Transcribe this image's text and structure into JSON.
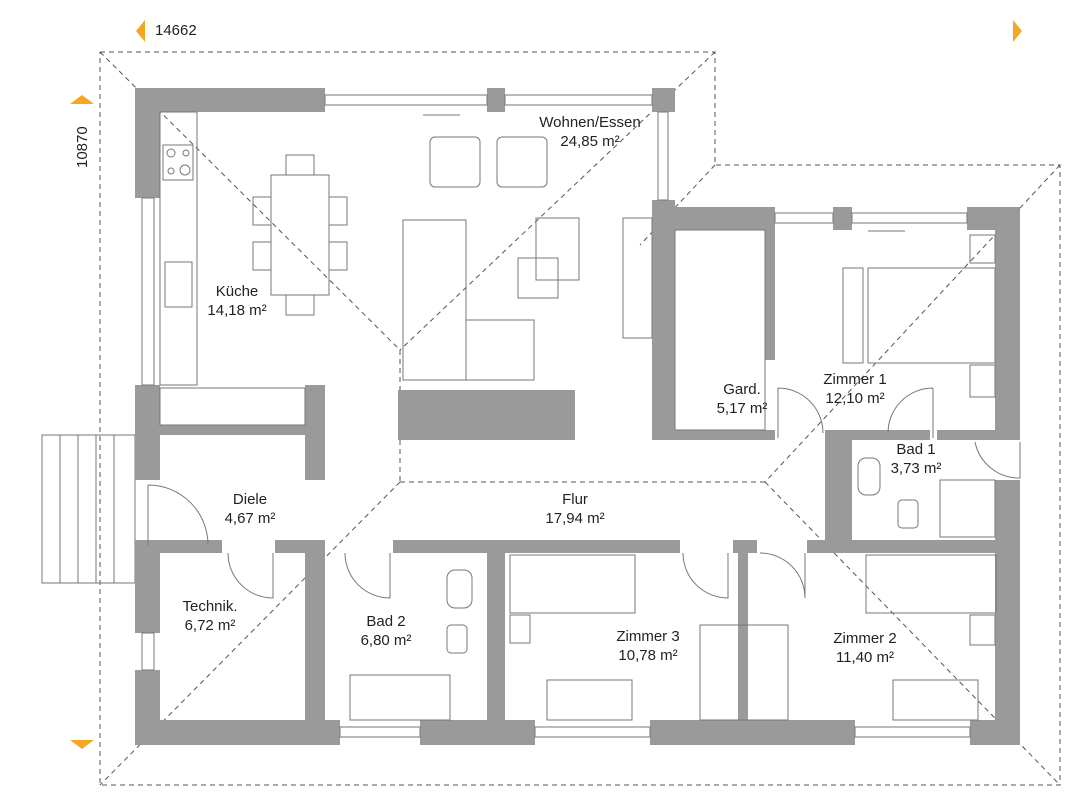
{
  "dimensions": {
    "width_mm": "14662",
    "height_mm": "10870"
  },
  "colors": {
    "accent": "#f5a623",
    "wall": "#9a9a9a"
  },
  "rooms": [
    {
      "name": "Wohnen/Essen",
      "area": "24,85 m²"
    },
    {
      "name": "Küche",
      "area": "14,18 m²"
    },
    {
      "name": "Gard.",
      "area": "5,17 m²"
    },
    {
      "name": "Zimmer 1",
      "area": "12,10 m²"
    },
    {
      "name": "Bad 1",
      "area": "3,73 m²"
    },
    {
      "name": "Diele",
      "area": "4,67 m²"
    },
    {
      "name": "Flur",
      "area": "17,94 m²"
    },
    {
      "name": "Technik.",
      "area": "6,72 m²"
    },
    {
      "name": "Bad 2",
      "area": "6,80 m²"
    },
    {
      "name": "Zimmer 3",
      "area": "10,78 m²"
    },
    {
      "name": "Zimmer 2",
      "area": "11,40 m²"
    }
  ]
}
